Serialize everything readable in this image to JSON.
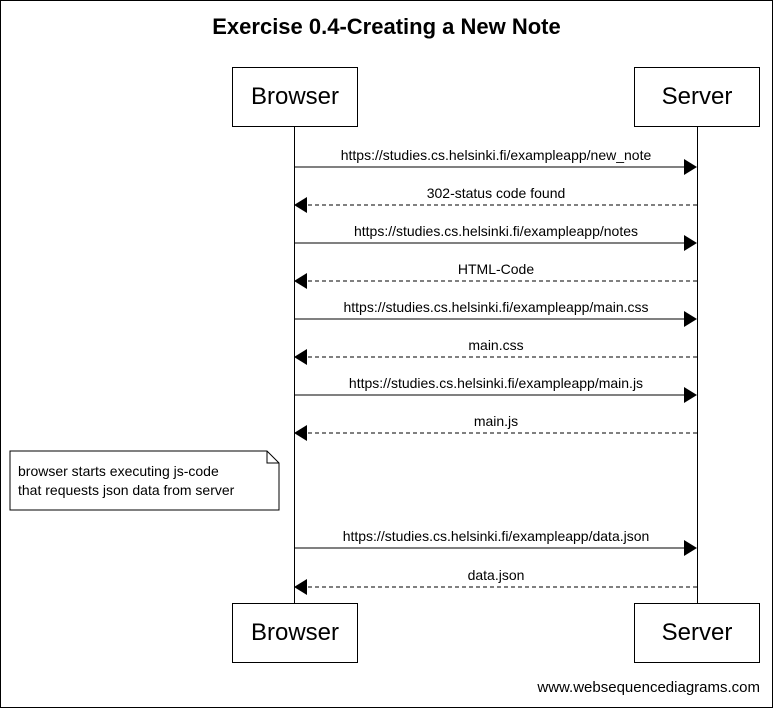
{
  "title": "Exercise 0.4-Creating a New Note",
  "participants": {
    "browser": "Browser",
    "server": "Server"
  },
  "messages": [
    {
      "text": "https://studies.cs.helsinki.fi/exampleapp/new_note",
      "direction": "to-server",
      "style": "solid"
    },
    {
      "text": "302-status code found",
      "direction": "to-browser",
      "style": "dashed"
    },
    {
      "text": "https://studies.cs.helsinki.fi/exampleapp/notes",
      "direction": "to-server",
      "style": "solid"
    },
    {
      "text": "HTML-Code",
      "direction": "to-browser",
      "style": "dashed"
    },
    {
      "text": "https://studies.cs.helsinki.fi/exampleapp/main.css",
      "direction": "to-server",
      "style": "solid"
    },
    {
      "text": "main.css",
      "direction": "to-browser",
      "style": "dashed"
    },
    {
      "text": "https://studies.cs.helsinki.fi/exampleapp/main.js",
      "direction": "to-server",
      "style": "solid"
    },
    {
      "text": "main.js",
      "direction": "to-browser",
      "style": "dashed"
    },
    {
      "text": "https://studies.cs.helsinki.fi/exampleapp/data.json",
      "direction": "to-server",
      "style": "solid"
    },
    {
      "text": "data.json",
      "direction": "to-browser",
      "style": "dashed"
    }
  ],
  "note": {
    "line1": "browser starts executing js-code",
    "line2": "that requests json data from server"
  },
  "watermark": "www.websequencediagrams.com"
}
